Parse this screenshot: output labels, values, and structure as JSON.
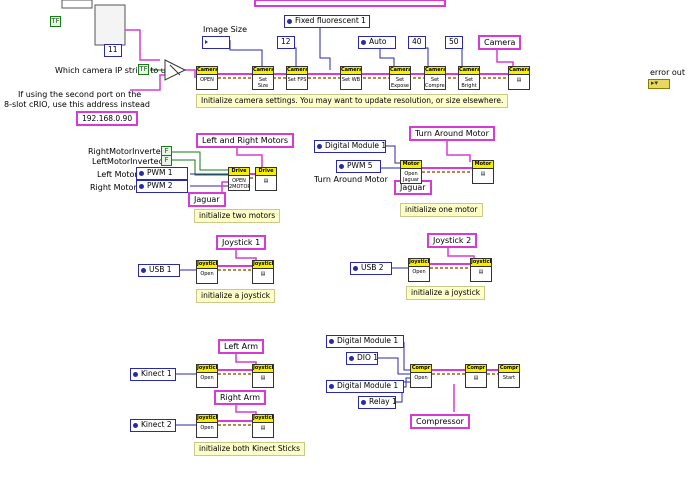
{
  "top_left": {
    "bool_small": "TF",
    "index_value": "11",
    "question": "Which camera IP string to use?",
    "hint_line1": "If using the second port on the",
    "hint_line2": "8-slot cRIO, use this address instead",
    "ip_address": "192.168.0.90",
    "bool_value": "TF"
  },
  "camera": {
    "image_size_label": "Image Size",
    "image_size_ctl": "",
    "fps_value": "12",
    "white_balance": "Fixed fluorescent 1",
    "exposure": "Auto",
    "compression": "40",
    "brightness": "50",
    "camera_ref": "Camera",
    "vi_open": {
      "head": "Camera",
      "body": "OPEN"
    },
    "vi_size": {
      "head": "Camera",
      "body": "Set Size"
    },
    "vi_fps": {
      "head": "Camera",
      "body": "Set FPS"
    },
    "vi_wb": {
      "head": "Camera",
      "body": "Set WB"
    },
    "vi_expose": {
      "head": "Camera",
      "body": "Set Expose"
    },
    "vi_compress": {
      "head": "Camera",
      "body": "Set Compress"
    },
    "vi_bright": {
      "head": "Camera",
      "body": "Set Bright"
    },
    "vi_ref": {
      "head": "Camera",
      "body": ""
    },
    "note": "Initialize camera settings. You may want to update resolution, or size elsewhere."
  },
  "error_out": "error out",
  "two_motors": {
    "title": "Left and Right Motors",
    "right_inverted": "RightMotorInverted",
    "left_inverted": "LeftMotorInverted",
    "left_motor_label": "Left Motor",
    "right_motor_label": "Right Motor",
    "pwm1": "PWM 1",
    "pwm2": "PWM 2",
    "jaguar": "Jaguar",
    "vi_drive": {
      "head": "Drive",
      "body": "OPEN 2MOTOR"
    },
    "vi_ref": {
      "head": "Drive",
      "body": ""
    },
    "note": "initialize two motors",
    "bool_f": "F",
    "bool_f2": "F"
  },
  "one_motor": {
    "title": "Turn Around Motor",
    "module": "Digital Module 1",
    "pwm5": "PWM 5",
    "label": "Turn Around Motor",
    "jaguar": "Jaguar",
    "vi_motor": {
      "head": "Motor",
      "body": "Open Jaguar"
    },
    "vi_ref": {
      "head": "Motor",
      "body": ""
    },
    "note": "initialize one motor"
  },
  "joystick1": {
    "title": "Joystick 1",
    "usb": "USB 1",
    "vi_open": {
      "head": "Joystick",
      "body": "Open"
    },
    "vi_ref": {
      "head": "JoystickR",
      "body": ""
    },
    "note": "initialize a joystick"
  },
  "joystick2": {
    "title": "Joystick 2",
    "usb": "USB 2",
    "vi_open": {
      "head": "Joystick",
      "body": "Open"
    },
    "vi_ref": {
      "head": "JoystickR",
      "body": ""
    },
    "note": "initialize a joystick"
  },
  "kinect": {
    "left_title": "Left Arm",
    "right_title": "Right Arm",
    "kinect1": "Kinect 1",
    "kinect2": "Kinect 2",
    "vi_open1": {
      "head": "Joystick",
      "body": "Open"
    },
    "vi_ref1": {
      "head": "JoystickR",
      "body": ""
    },
    "vi_open2": {
      "head": "Joystick",
      "body": "Open"
    },
    "vi_ref2": {
      "head": "JoystickR",
      "body": ""
    },
    "note": "initialize both Kinect Sticks"
  },
  "compressor": {
    "module1": "Digital Module 1",
    "dio1": "DIO 1",
    "module2": "Digital Module 1",
    "relay1": "Relay 1",
    "title": "Compressor",
    "vi_open": {
      "head": "Compr",
      "body": "Open"
    },
    "vi_ref": {
      "head": "Compr",
      "body": ""
    },
    "vi_start": {
      "head": "Compr",
      "body": "Start"
    }
  }
}
